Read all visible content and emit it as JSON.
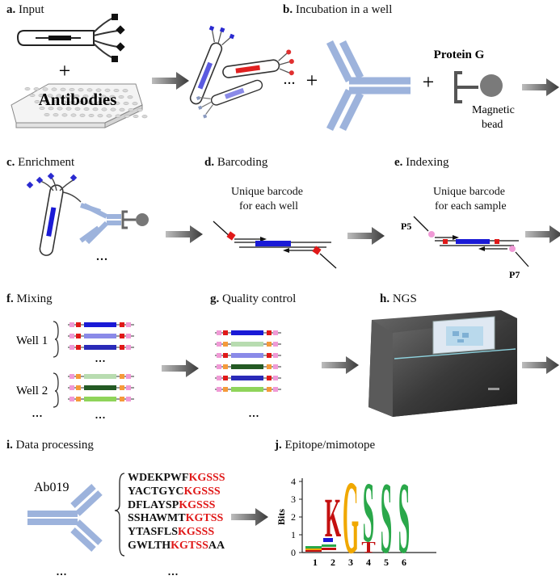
{
  "panels": {
    "a": {
      "letter": "a.",
      "title": "Input"
    },
    "b": {
      "letter": "b.",
      "title": "Incubation in a well"
    },
    "c": {
      "letter": "c.",
      "title": "Enrichment"
    },
    "d": {
      "letter": "d.",
      "title": "Barcoding"
    },
    "e": {
      "letter": "e.",
      "title": "Indexing"
    },
    "f": {
      "letter": "f.",
      "title": "Mixing"
    },
    "g": {
      "letter": "g.",
      "title": "Quality control"
    },
    "h": {
      "letter": "h.",
      "title": "NGS"
    },
    "i": {
      "letter": "i.",
      "title": "Data processing"
    },
    "j": {
      "letter": "j.",
      "title": "Epitope/mimotope"
    }
  },
  "labels": {
    "antibodies": "Antibodies",
    "plus": "+",
    "ellipsis": "...",
    "protein_g": "Protein G",
    "magnetic": "Magnetic",
    "bead": "bead",
    "barcode_d_1": "Unique barcode",
    "barcode_d_2": "for each well",
    "barcode_e_1": "Unique barcode",
    "barcode_e_2": "for each sample",
    "p5": "P5",
    "p7": "P7",
    "well1": "Well 1",
    "well2": "Well 2",
    "ab_id": "Ab019",
    "bits": "Bits"
  },
  "sequences": [
    {
      "black": "WDEKPWF",
      "red": "KGSSS",
      "tail": ""
    },
    {
      "black": "YACTGYC",
      "red": "KGSSS",
      "tail": ""
    },
    {
      "black": "DFLAYSP",
      "red": "KGSSS",
      "tail": ""
    },
    {
      "black": "SSHAWMT",
      "red": "KGTSS",
      "tail": ""
    },
    {
      "black": "YTASFLS",
      "red": "KGSSS",
      "tail": ""
    },
    {
      "black": "GWLTH",
      "red": "KGTSS",
      "tail": "AA"
    }
  ],
  "logo": {
    "y_ticks": [
      "0",
      "1",
      "2",
      "3",
      "4"
    ],
    "positions": [
      "1",
      "2",
      "3",
      "4",
      "5",
      "6"
    ],
    "letters": [
      "K",
      "G",
      "S",
      "T",
      "S",
      "S"
    ]
  },
  "colors": {
    "antibody": "#9db3dc",
    "blue": "#1a1ad6",
    "red": "#e01818",
    "pink": "#f09ad6",
    "orange": "#f59a3a",
    "logo_green": "#2aa84a",
    "logo_orange": "#f0a800",
    "logo_red": "#c41010"
  }
}
